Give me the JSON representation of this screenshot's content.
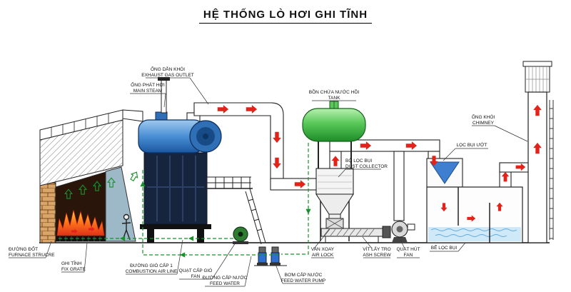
{
  "title": "HỆ THỐNG LÒ HƠI GHI TĨNH",
  "labels": {
    "exhaust_outlet": {
      "l1": "ỐNG DẪN KHÓI",
      "l2": "EXHAUST GAS OUTLET"
    },
    "main_steam": {
      "l1": "ỐNG PHÁT HƠI",
      "l2": "MAIN STEAM"
    },
    "tank": {
      "l1": "BỒN CHỨA NƯỚC HỒI",
      "l2": "TANK"
    },
    "dust_collector": {
      "l1": "BỘ LỌC BỤI",
      "l2": "DUST COLLECTOR"
    },
    "wet_filter": {
      "l1": "LỌC BỤI ƯỚT"
    },
    "chimney": {
      "l1": "ỐNG KHÓI",
      "l2": "CHIMNEY"
    },
    "furnace": {
      "l1": "ĐƯỜNG ĐỐT",
      "l2": "FURNACE STRUCRE"
    },
    "fix_grate": {
      "l1": "GHI TĨNH",
      "l2": "FIX GRATE"
    },
    "combustion_air": {
      "l1": "ĐƯỜNG GIÓ CẤP 1",
      "l2": "COMBUSTION AIR LINE"
    },
    "supply_fan": {
      "l1": "QUẠT CẤP GIÓ",
      "l2": "FAN"
    },
    "feed_water": {
      "l1": "ĐƯỜNG CẤP NƯỚC",
      "l2": "FEED WATER"
    },
    "feed_pump": {
      "l1": "BƠM CẤP NƯỚC",
      "l2": "FEED WATER PUMP"
    },
    "air_lock": {
      "l1": "VAN XOAY",
      "l2": "AIR LOCK"
    },
    "ash_screw": {
      "l1": "VÍT LẤY TRO",
      "l2": "ASH SCREW"
    },
    "suction_fan": {
      "l1": "QUẠT HÚT",
      "l2": "FAN"
    },
    "settling_tank": {
      "l1": "BỂ LỌC BỤI"
    }
  },
  "colors": {
    "flow_arrow_red": "#e2231a",
    "air_water_green": "#18922b",
    "boiler_blue": "#2f6fb5",
    "tank_green": "#3cb43c",
    "water_blue": "#cfe9f8",
    "flame_orange": "#ff7a1a"
  }
}
